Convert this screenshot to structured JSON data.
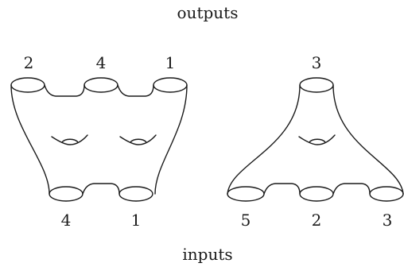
{
  "diagram": {
    "top_caption": "outputs",
    "bottom_caption": "inputs",
    "left_surface": {
      "outputs": [
        "2",
        "4",
        "1"
      ],
      "inputs": [
        "4",
        "1"
      ],
      "genus": 2
    },
    "right_surface": {
      "outputs": [
        "3"
      ],
      "inputs": [
        "5",
        "2",
        "3"
      ],
      "genus": 1
    }
  }
}
